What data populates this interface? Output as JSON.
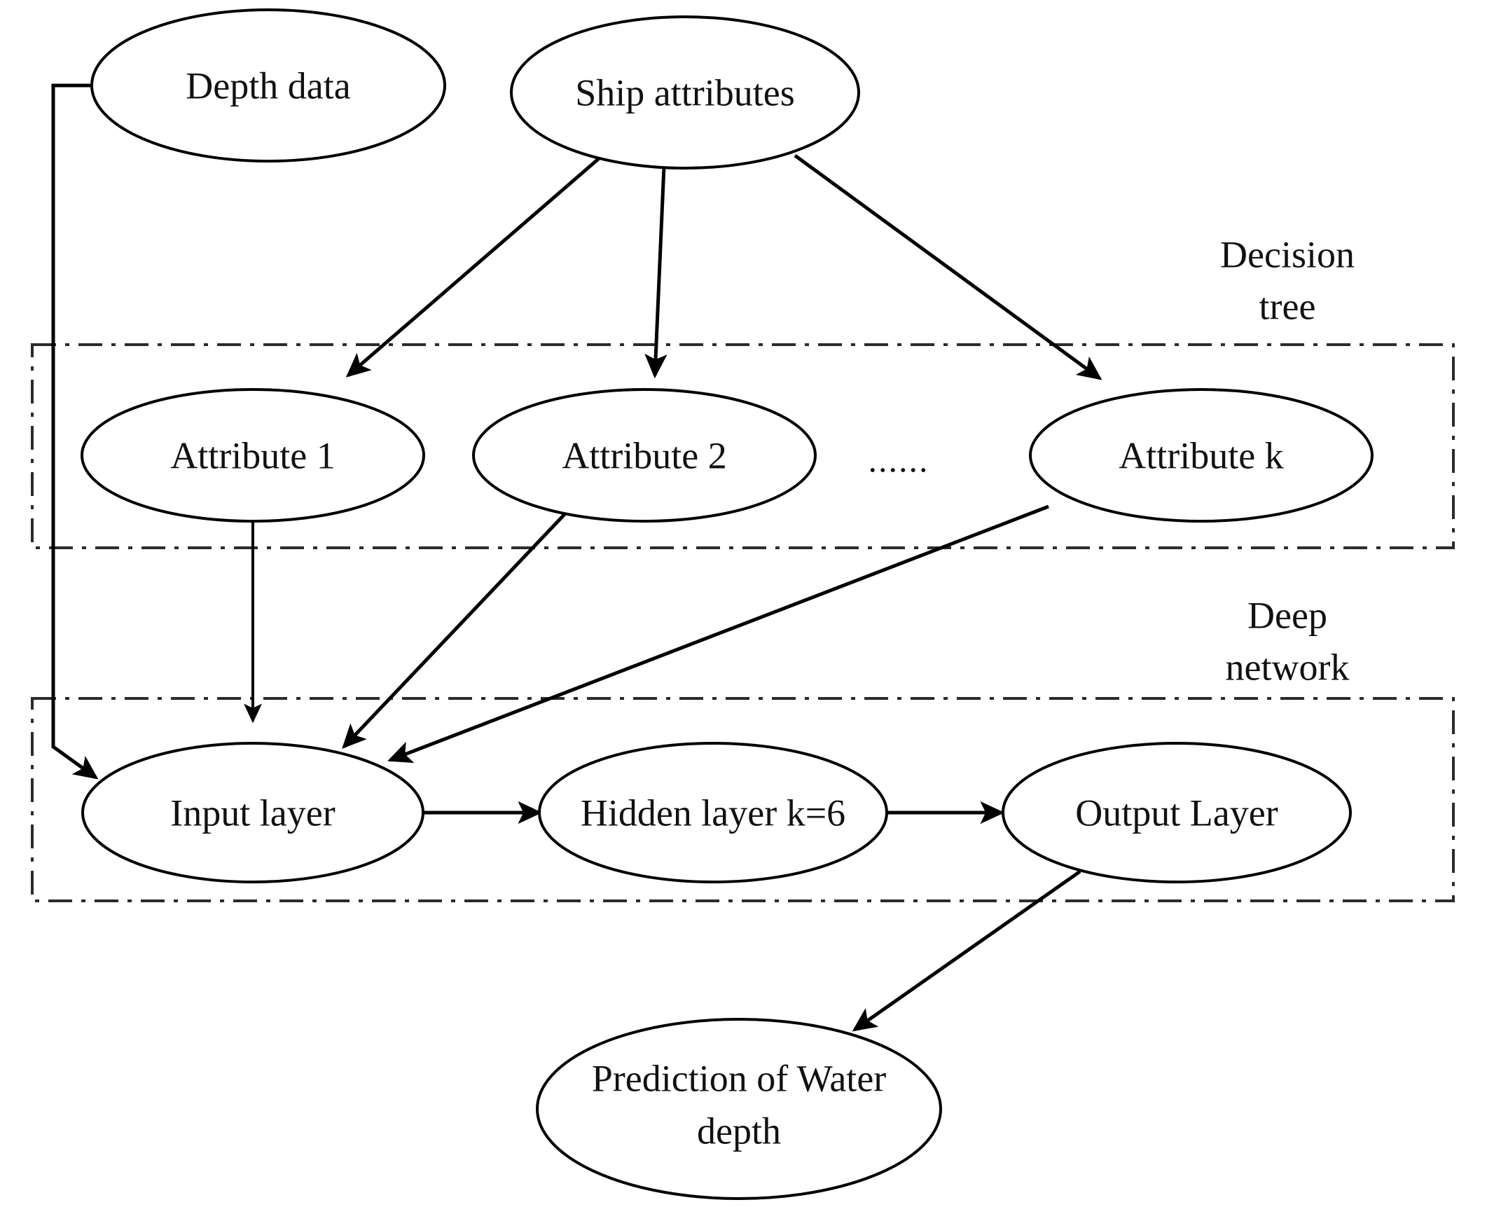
{
  "figure": {
    "type": "flowchart-diagram",
    "background_color": "#ffffff",
    "stroke_color": "#000000",
    "text_color": "#111111"
  },
  "nodes": {
    "depth_data": {
      "label": "Depth data",
      "shape": "ellipse"
    },
    "ship_attributes": {
      "label": "Ship attributes",
      "shape": "ellipse"
    },
    "attribute_1": {
      "label": "Attribute 1",
      "shape": "ellipse"
    },
    "attribute_2": {
      "label": "Attribute 2",
      "shape": "ellipse"
    },
    "attribute_ellipsis": {
      "label": "......",
      "shape": "text"
    },
    "attribute_k": {
      "label": "Attribute k",
      "shape": "ellipse"
    },
    "input_layer": {
      "label": "Input layer",
      "shape": "ellipse"
    },
    "hidden_layer": {
      "label": "Hidden layer k=6",
      "shape": "ellipse"
    },
    "output_layer": {
      "label": "Output Layer",
      "shape": "ellipse"
    },
    "prediction": {
      "label_line_1": "Prediction of Water",
      "label_line_2": "depth",
      "shape": "ellipse"
    }
  },
  "groups": {
    "decision_tree": {
      "label_line_1": "Decision",
      "label_line_2": "tree",
      "border_style": "dash-dot"
    },
    "deep_network": {
      "label_line_1": "Deep",
      "label_line_2": "network",
      "border_style": "dash-dot"
    }
  },
  "edges": [
    {
      "from": "depth_data",
      "to": "input_layer",
      "style": "orthogonal-then-diagonal",
      "arrowhead": true
    },
    {
      "from": "ship_attributes",
      "to": "attribute_1",
      "style": "diagonal",
      "arrowhead": true
    },
    {
      "from": "ship_attributes",
      "to": "attribute_2",
      "style": "vertical",
      "arrowhead": true
    },
    {
      "from": "ship_attributes",
      "to": "attribute_k",
      "style": "diagonal",
      "arrowhead": true
    },
    {
      "from": "attribute_1",
      "to": "input_layer",
      "style": "vertical",
      "arrowhead": true
    },
    {
      "from": "attribute_2",
      "to": "input_layer",
      "style": "diagonal",
      "arrowhead": true
    },
    {
      "from": "attribute_k",
      "to": "input_layer",
      "style": "diagonal",
      "arrowhead": true
    },
    {
      "from": "input_layer",
      "to": "hidden_layer",
      "style": "horizontal",
      "arrowhead": true
    },
    {
      "from": "hidden_layer",
      "to": "output_layer",
      "style": "horizontal",
      "arrowhead": true
    },
    {
      "from": "output_layer",
      "to": "prediction",
      "style": "diagonal",
      "arrowhead": true
    }
  ]
}
